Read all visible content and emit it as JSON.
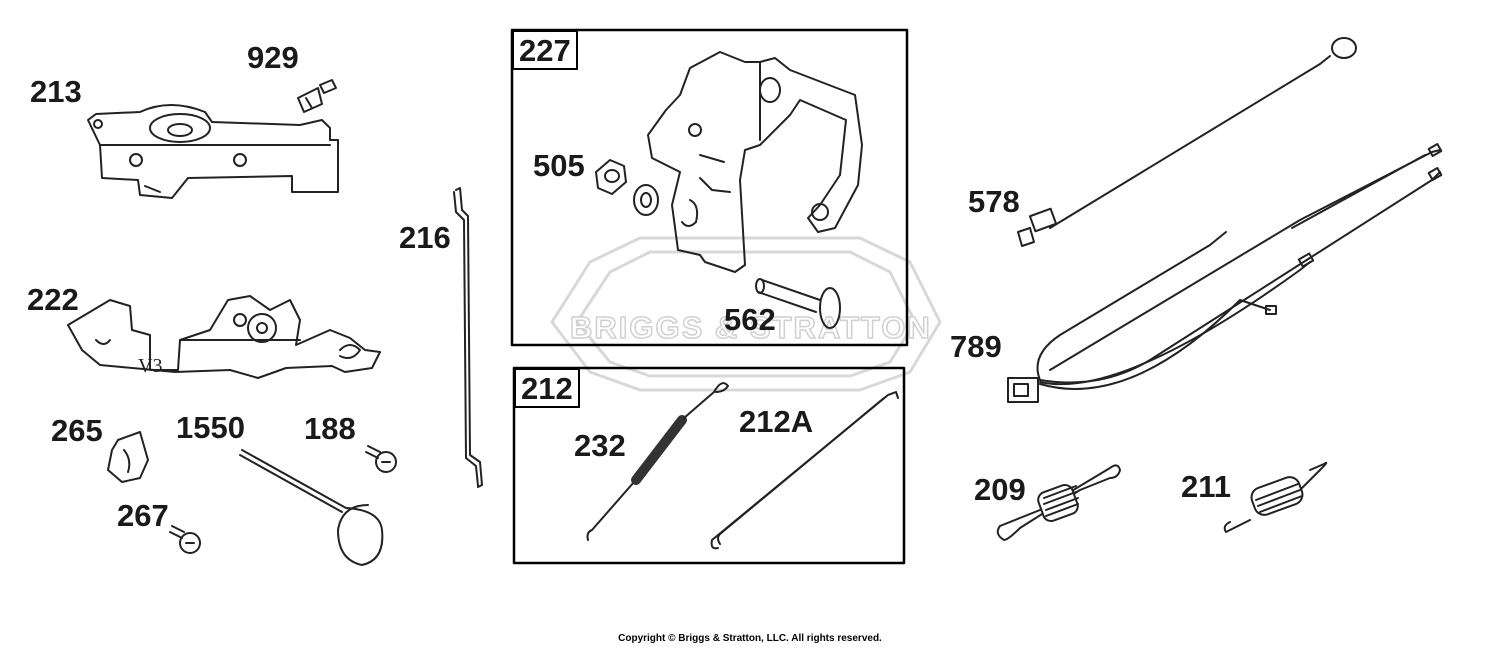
{
  "watermark": "BRIGGS & STRATTON",
  "copyright": "Copyright © Briggs & Stratton, LLC. All rights reserved.",
  "callouts": {
    "p213": "213",
    "p929": "929",
    "p222": "222",
    "p265": "265",
    "p1550": "1550",
    "p188": "188",
    "p267": "267",
    "p216": "216",
    "p505": "505",
    "p562": "562",
    "p232": "232",
    "p212A": "212A",
    "p578": "578",
    "p789": "789",
    "p209": "209",
    "p211": "211",
    "v3": "V3"
  },
  "boxes": {
    "box227": "227",
    "box212": "212"
  }
}
